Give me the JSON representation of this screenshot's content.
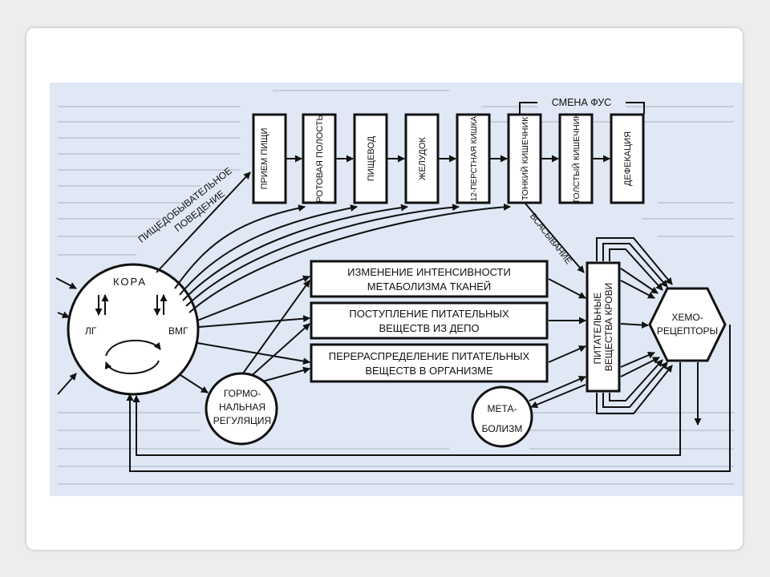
{
  "diagram": {
    "top_chain": [
      "ПРИЕМ ПИЩИ",
      "РОТОВАЯ ПОЛОСТЬ",
      "ПИЩЕВОД",
      "ЖЕЛУДОК",
      "12-ПЕРСТНАЯ КИШКА",
      "ТОНКИЙ КИШЕЧНИК",
      "ТОЛСТЫЙ КИШЕЧНИК",
      "ДЕФЕКАЦИЯ"
    ],
    "smena_fus": "СМЕНА ФУС",
    "feeding_behavior": [
      "ПИЩЕДОБЫВАТЕЛЬНОЕ",
      "ПОВЕДЕНИЕ"
    ],
    "absorption": "ВСАСЫВАНИЕ",
    "brain": {
      "kora": "КОРА",
      "lg": "ЛГ",
      "vmg": "ВМГ"
    },
    "middle_boxes": [
      [
        "ИЗМЕНЕНИЕ ИНТЕНСИВНОСТИ",
        "МЕТАБОЛИЗМА ТКАНЕЙ"
      ],
      [
        "ПОСТУПЛЕНИЕ ПИТАТЕЛЬНЫХ",
        "ВЕЩЕСТВ ИЗ ДЕПО"
      ],
      [
        "ПЕРЕРАСПРЕДЕЛЕНИЕ ПИТАТЕЛЬНЫХ",
        "ВЕЩЕСТВ В ОРГАНИЗМЕ"
      ]
    ],
    "blood": [
      "ПИТАТЕЛЬНЫЕ",
      "ВЕЩЕСТВА КРОВИ"
    ],
    "chemo": [
      "ХЕМО-",
      "РЕЦЕПТОРЫ"
    ],
    "hormonal": [
      "ГОРМО-",
      "НАЛЬНАЯ",
      "РЕГУЛЯЦИЯ"
    ],
    "metabolism": [
      "МЕТА-",
      "БОЛИЗМ"
    ]
  }
}
